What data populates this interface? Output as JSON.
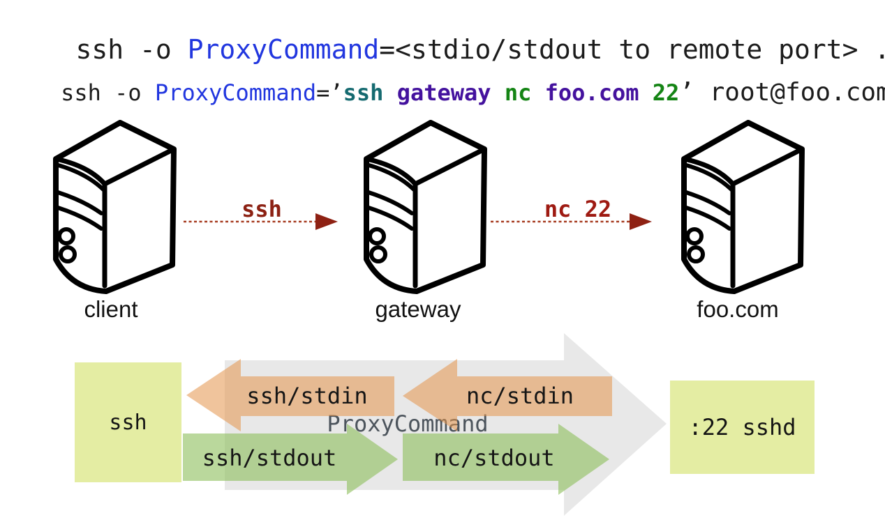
{
  "palette": {
    "proxycommand_blue": "#2136df",
    "ssh_teal": "#156a70",
    "host_purple": "#44129e",
    "port_green": "#148414",
    "ssh_arrow_red": "#8c2113",
    "nc_arrow_red": "#9e1a12",
    "dotted_line_red": "#a63b20",
    "big_arrow_gray": "#e8e8e8",
    "box_yellow_green": "#e4eda3",
    "stdin_orange": "#e4934a",
    "stdout_green": "#8cbe5a",
    "proxy_label_gray": "#4c545c"
  },
  "title": {
    "prefix": "ssh -o ",
    "keyword": "ProxyCommand",
    "suffix": "=<stdio/stdout to remote port> ..."
  },
  "command": {
    "prefix": "ssh -o ",
    "keyword": "ProxyCommand",
    "eq_quote": "=’",
    "ssh": "ssh ",
    "gateway": "gateway ",
    "nc": "nc ",
    "host": "foo.com ",
    "port": "22",
    "tail": "’ root@foo.com"
  },
  "servers": [
    {
      "label": "client"
    },
    {
      "label": "gateway"
    },
    {
      "label": "foo.com"
    }
  ],
  "connections": [
    {
      "label": "ssh"
    },
    {
      "label": "nc 22"
    }
  ],
  "flow": {
    "left_box": "ssh",
    "right_box": ":22 sshd",
    "center_label": "ProxyCommand",
    "stdin_arrows": [
      {
        "label": "ssh/stdin"
      },
      {
        "label": "nc/stdin"
      }
    ],
    "stdout_arrows": [
      {
        "label": "ssh/stdout"
      },
      {
        "label": "nc/stdout"
      }
    ]
  }
}
